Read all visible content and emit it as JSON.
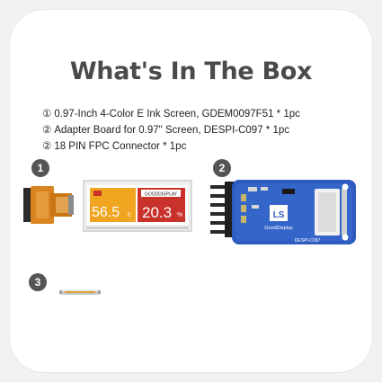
{
  "title": "What's In The Box",
  "items": [
    {
      "num": "①",
      "text": "0.97-Inch 4-Color E Ink Screen, GDEM0097F51 * 1pc"
    },
    {
      "num": "②",
      "text": "Adapter Board for 0.97\" Screen, DESPI-C097 * 1pc"
    },
    {
      "num": "②",
      "text": "18 PIN FPC Connector * 1pc"
    }
  ],
  "badges": [
    "1",
    "2",
    "3"
  ],
  "screen": {
    "brand": "GOODDISPLAY",
    "temperature": "56.5",
    "temperature_unit": "c",
    "humidity": "20.3",
    "humidity_unit": "%"
  },
  "board": {
    "logo": "LS",
    "brand": "GoodDisplay",
    "model": "DESPI-C097"
  },
  "colors": {
    "screen_yellow": "#f0a520",
    "screen_red": "#c8322a",
    "board_blue": "#2d5bbf",
    "fpc_orange": "#d9841e"
  }
}
